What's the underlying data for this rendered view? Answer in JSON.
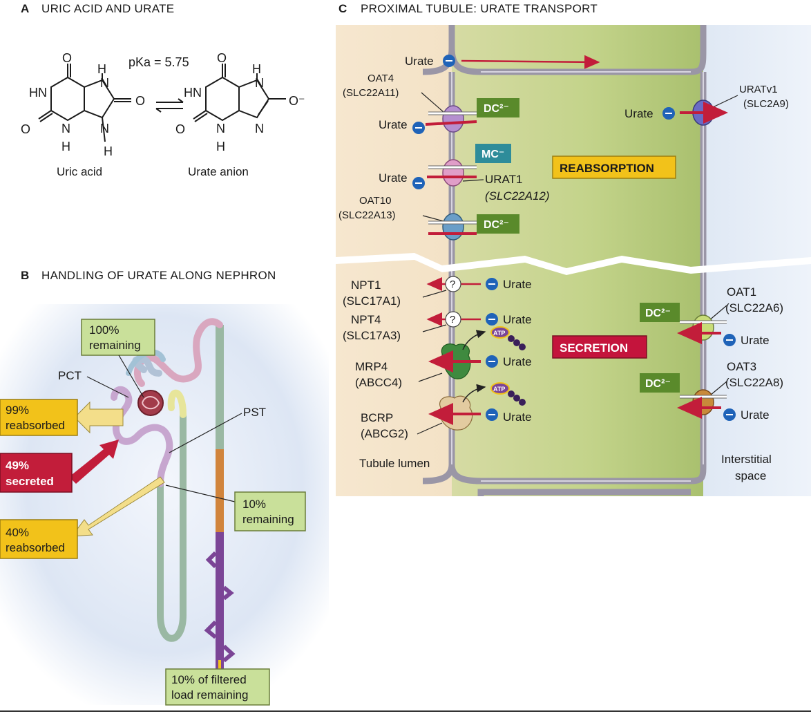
{
  "panel_a": {
    "letter": "A",
    "title": "URIC ACID AND URATE",
    "pka": "pKa = 5.75",
    "uric_acid_label": "Uric acid",
    "urate_anion_label": "Urate anion",
    "atoms": {
      "o": "O",
      "h": "H",
      "hn": "HN",
      "n": "N",
      "o_minus": "O⁻"
    }
  },
  "panel_b": {
    "letter": "B",
    "title": "HANDLING OF URATE ALONG NEPHRON",
    "pct": "PCT",
    "pst": "PST",
    "box_100_l1": "100%",
    "box_100_l2": "remaining",
    "box_99_l1": "99%",
    "box_99_l2": "reabsorbed",
    "box_49_l1": "49%",
    "box_49_l2": "secreted",
    "box_40_l1": "40%",
    "box_40_l2": "reabsorbed",
    "box_10_l1": "10%",
    "box_10_l2": "remaining",
    "box_final_l1": "10% of filtered",
    "box_final_l2": "load remaining"
  },
  "panel_c": {
    "letter": "C",
    "title": "PROXIMAL TUBULE: URATE TRANSPORT",
    "urate": "Urate",
    "oat4_l1": "OAT4",
    "oat4_l2": "(SLC22A11)",
    "urat1_l1": "URAT1",
    "urat1_l2": "(SLC22A12)",
    "oat10_l1": "OAT10",
    "oat10_l2": "(SLC22A13)",
    "uratv1_l1": "URATv1",
    "uratv1_l2": "(SLC2A9)",
    "npt1_l1": "NPT1",
    "npt1_l2": "(SLC17A1)",
    "npt4_l1": "NPT4",
    "npt4_l2": "(SLC17A3)",
    "mrp4_l1": "MRP4",
    "mrp4_l2": "(ABCC4)",
    "bcrp_l1": "BCRP",
    "bcrp_l2": "(ABCG2)",
    "oat1_l1": "OAT1",
    "oat1_l2": "(SLC22A6)",
    "oat3_l1": "OAT3",
    "oat3_l2": "(SLC22A8)",
    "dc": "DC²⁻",
    "mc": "MC⁻",
    "reabsorption": "REABSORPTION",
    "secretion": "SECRETION",
    "atp": "ATP",
    "question": "?",
    "lumen": "Tubule lumen",
    "interstitial_l1": "Interstitial",
    "interstitial_l2": "space"
  },
  "colors": {
    "urate_dot": "#1f63b8",
    "arrow_red": "#c21d3a",
    "dc_green": "#5a8a2b",
    "mc_teal": "#2e8c9a",
    "reabsorption_yellow": "#f2c21a",
    "secretion_red": "#c4143c",
    "box_green": "#c9e09a",
    "box_yellow": "#f2c21a",
    "membrane_gray": "#9a96a6"
  }
}
